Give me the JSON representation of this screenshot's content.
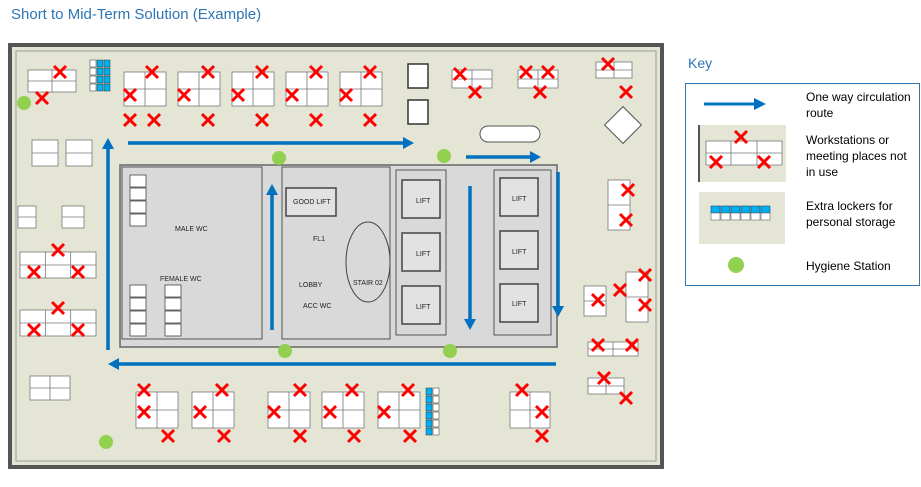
{
  "title": "Short to Mid-Term Solution (Example)",
  "key": {
    "title": "Key",
    "items": [
      {
        "label": "One way circulation route",
        "icon": "arrow-right"
      },
      {
        "label": "Workstations or meeting places not in use",
        "icon": "crossed-desk"
      },
      {
        "label": "Extra lockers for personal storage",
        "icon": "lockers"
      },
      {
        "label": "Hygiene Station",
        "icon": "green-dot"
      }
    ]
  },
  "rooms": {
    "male_wc": "MALE WC",
    "female_wc": "FEMALE WC",
    "good_lift": "GOOD LIFT",
    "fl1": "FL1",
    "lobby": "LOBBY",
    "acc_wc": "ACC WC",
    "stair": "STAIR 02",
    "lift": "LIFT"
  },
  "colors": {
    "arrow": "#0070c0",
    "cross": "#ff0000",
    "hygiene": "#92d050",
    "locker": "#00b0f0",
    "floor": "#e4e5d5",
    "core": "#d9d9d9"
  }
}
